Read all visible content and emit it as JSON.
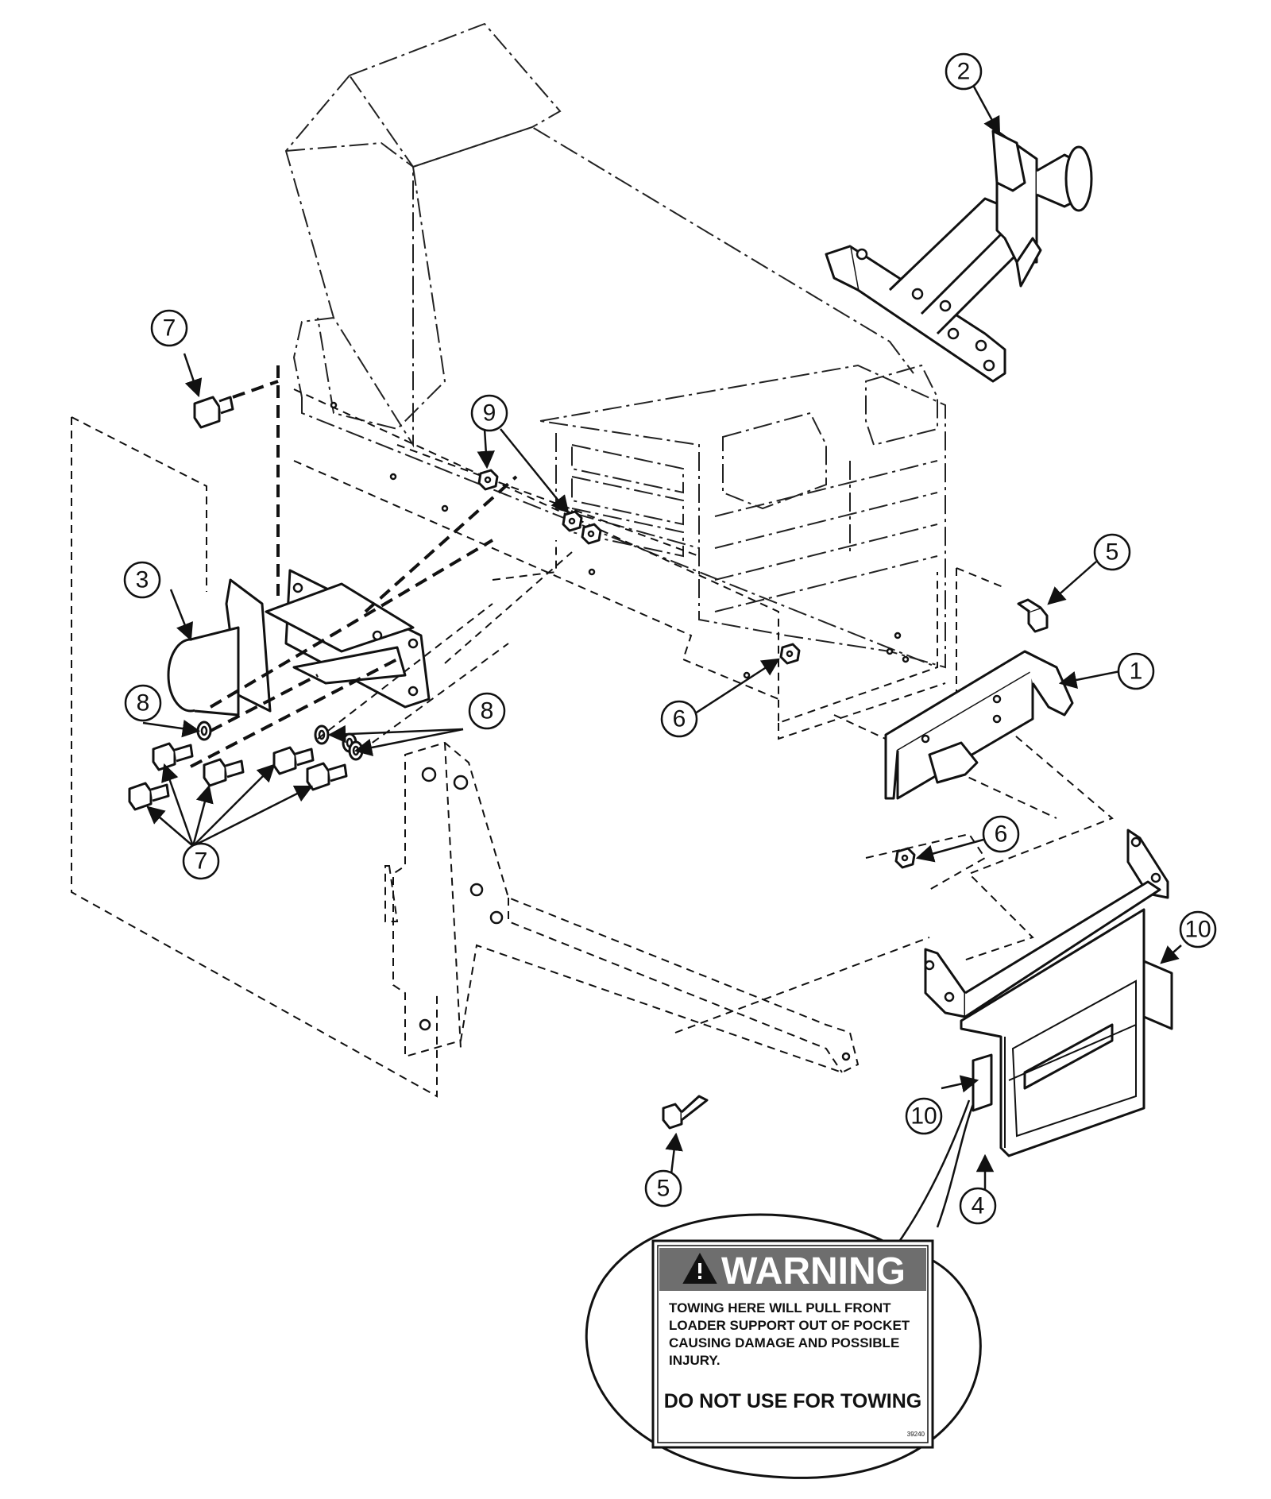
{
  "callouts": {
    "c1": "1",
    "c2": "2",
    "c3": "3",
    "c4": "4",
    "c5a": "5",
    "c5b": "5",
    "c6a": "6",
    "c6b": "6",
    "c7a": "7",
    "c7b": "7",
    "c8a": "8",
    "c8b": "8",
    "c9": "9",
    "c10a": "10",
    "c10b": "10"
  },
  "warning_decal": {
    "title": "WARNING",
    "body_lines": [
      "TOWING HERE WILL PULL FRONT",
      "LOADER SUPPORT OUT OF POCKET",
      "CAUSING DAMAGE AND POSSIBLE",
      "INJURY."
    ],
    "footer": "DO NOT USE FOR TOWING",
    "code": "39240"
  },
  "colors": {
    "line": "#111111",
    "decal_header": "#6e6e6e",
    "background": "#ffffff"
  }
}
